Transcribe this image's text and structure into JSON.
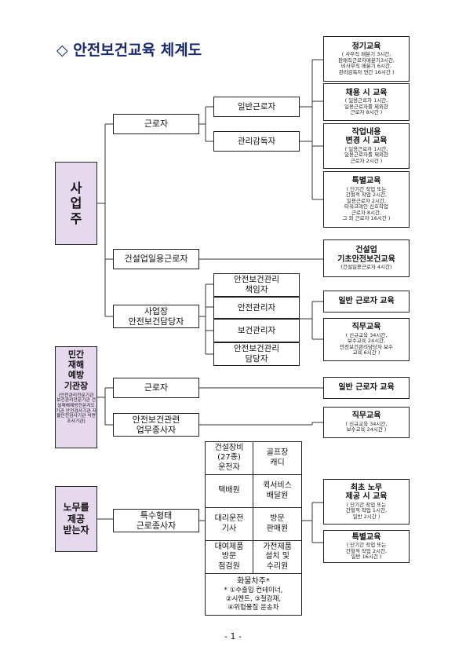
{
  "title": "◇ 안전보건교육 체계도",
  "page_number": "- 1 -",
  "sections": {
    "employer": {
      "label": "사\n업\n주",
      "workers": "근로자",
      "general_workers": "일반근로자",
      "supervisors": "관리감독자",
      "construction_daily": "건설업일용근로자",
      "site_manager": "사업장\n안전보건담당자",
      "safety_manager_resp": "안전보건관리\n책임자",
      "safety_manager": "안전관리자",
      "health_manager": "보건관리자",
      "safety_health_officer": "안전보건관리\n담당자"
    },
    "private_org": {
      "label": "민간\n재해\n예방\n기관장",
      "note": "(안전관리전문기관 보건관리전문기관 건설재해예방전문지도기관 안전검사기관 자율안전검사기관 석면조사기관)",
      "workers": "근로자",
      "related_workers": "안전보건관련\n업무종사자"
    },
    "labor_provider": {
      "label": "노무를\n제공\n받는자",
      "special_workers": "특수형태\n근로종사자",
      "occupations": [
        "건설장비\n(27종)\n운전자",
        "골프장\n캐디",
        "택배원",
        "퀵서비스\n배달원",
        "대리운전\n기사",
        "방문\n판매원",
        "대여제품\n방문\n점검원",
        "가전제품\n설치 및\n수리원"
      ],
      "cargo_title": "화물차주*",
      "cargo_detail": "* ①수출입 컨테이너,\n②시멘트, ③철강재,\n④위험물질 운송차"
    }
  },
  "trainings": {
    "regular": {
      "title": "정기교육",
      "detail": "( 사무직 매분기 3시간,\n판매직근로자매분기3시간,\n비사무직 매분기 6시간,\n관리감독자 연간 16시간 )"
    },
    "hiring": {
      "title": "채용 시 교육",
      "detail": "( 일용근로자 1시간,\n일용근로자를 제외한\n근로자 8시간 )"
    },
    "job_change": {
      "title": "작업내용\n변경 시 교육",
      "detail": "( 일용근로자 1시간,\n일용근로자를 제외한\n근로자 2시간 )"
    },
    "special": {
      "title": "특별교육",
      "detail": "( 단기간 작업 또는\n간헐적 작업 2시간,\n일용근로자 2시간,\n타워크레인 신호작업\n근로자 8시간,\n그 외 근로자 16시간 )"
    },
    "construction_basic": {
      "title": "건설업\n기초안전보건교육",
      "detail": "(건설일용근로자 4시간)"
    },
    "general_worker_1": {
      "title": "일반 근로자 교육",
      "detail": ""
    },
    "job_training_1": {
      "title": "직무교육",
      "detail": "( 신규교육 34시간,\n보수교육 24시간,\n안전보건관리담당자 보수\n교육 6시간 )"
    },
    "general_worker_2": {
      "title": "일반 근로자 교육",
      "detail": ""
    },
    "job_training_2": {
      "title": "직무교육",
      "detail": "( 신규교육 34시간,\n보수교육 24시간 )"
    },
    "first_labor": {
      "title": "최초 노무\n제공 시 교육",
      "detail": "( 단기간 작업 또는\n간헐적 작업 1시간,\n일반 2시간 )"
    },
    "special_2": {
      "title": "특별교육",
      "detail": "( 단기간 작업 또는\n간헐적 작업 2시간,\n일반 16시간 )"
    }
  }
}
